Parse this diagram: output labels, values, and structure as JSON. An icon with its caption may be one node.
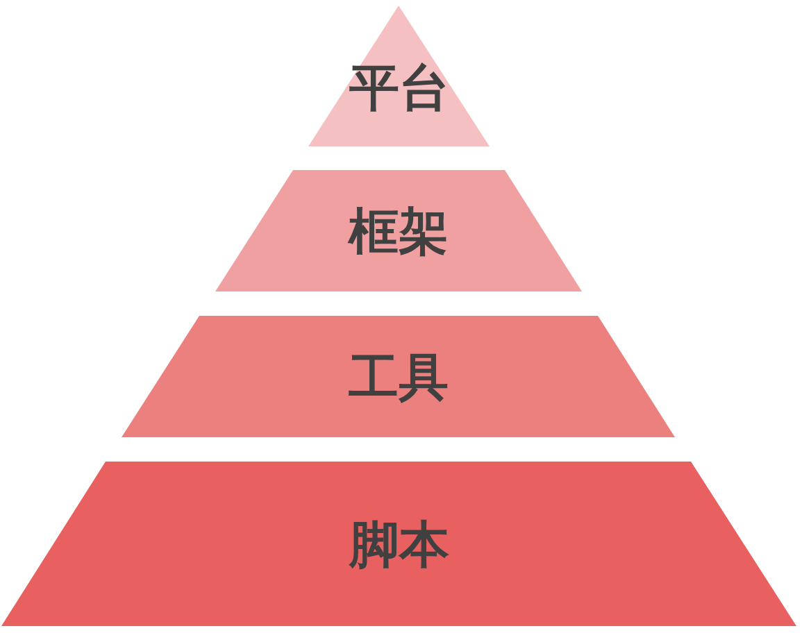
{
  "diagram": {
    "nodes": [
      {
        "text": [
          "平台"
        ]
      },
      {
        "text": [
          "框架"
        ]
      },
      {
        "text": [
          "工具"
        ]
      },
      {
        "text": [
          "脚本"
        ]
      }
    ]
  }
}
